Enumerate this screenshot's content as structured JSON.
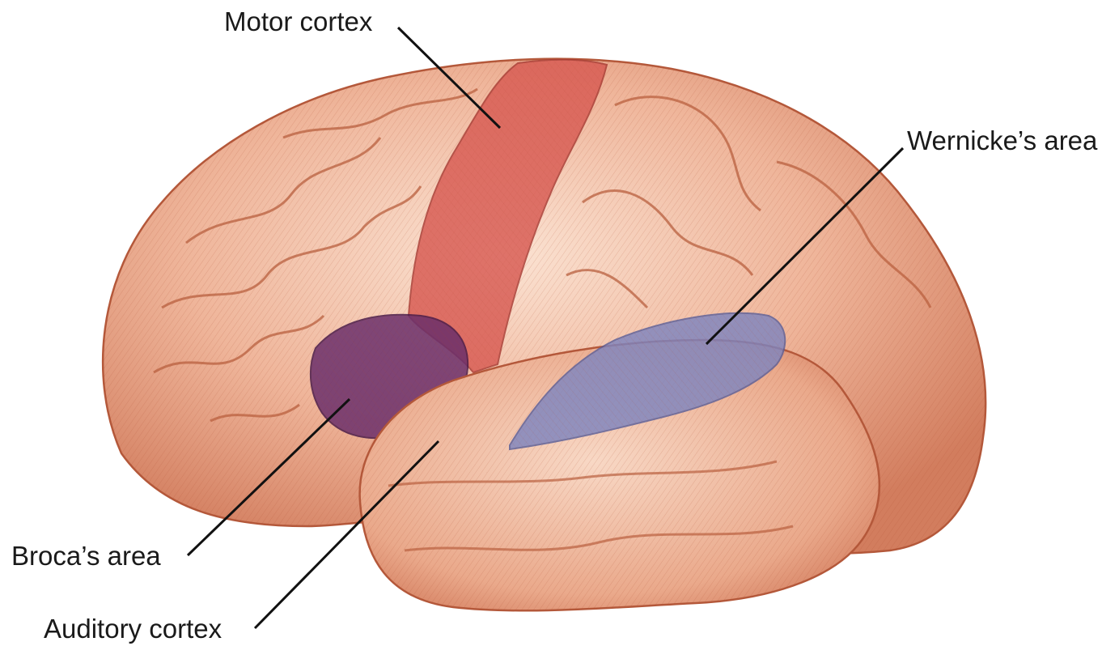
{
  "labels": {
    "motor_cortex": "Motor cortex",
    "wernickes_area": "Wernicke’s area",
    "brocas_area": "Broca’s area",
    "auditory_cortex": "Auditory cortex"
  },
  "colors": {
    "background": "#ffffff",
    "cortex": "#e9a98a",
    "cortex_shadow": "#b85a3c",
    "cortex_highlight": "#fbe6d8",
    "motor_cortex": "#d9534f",
    "brocas_area": "#6b2f6b",
    "wernickes_area": "#7e85bf",
    "leader_line": "#111111"
  }
}
